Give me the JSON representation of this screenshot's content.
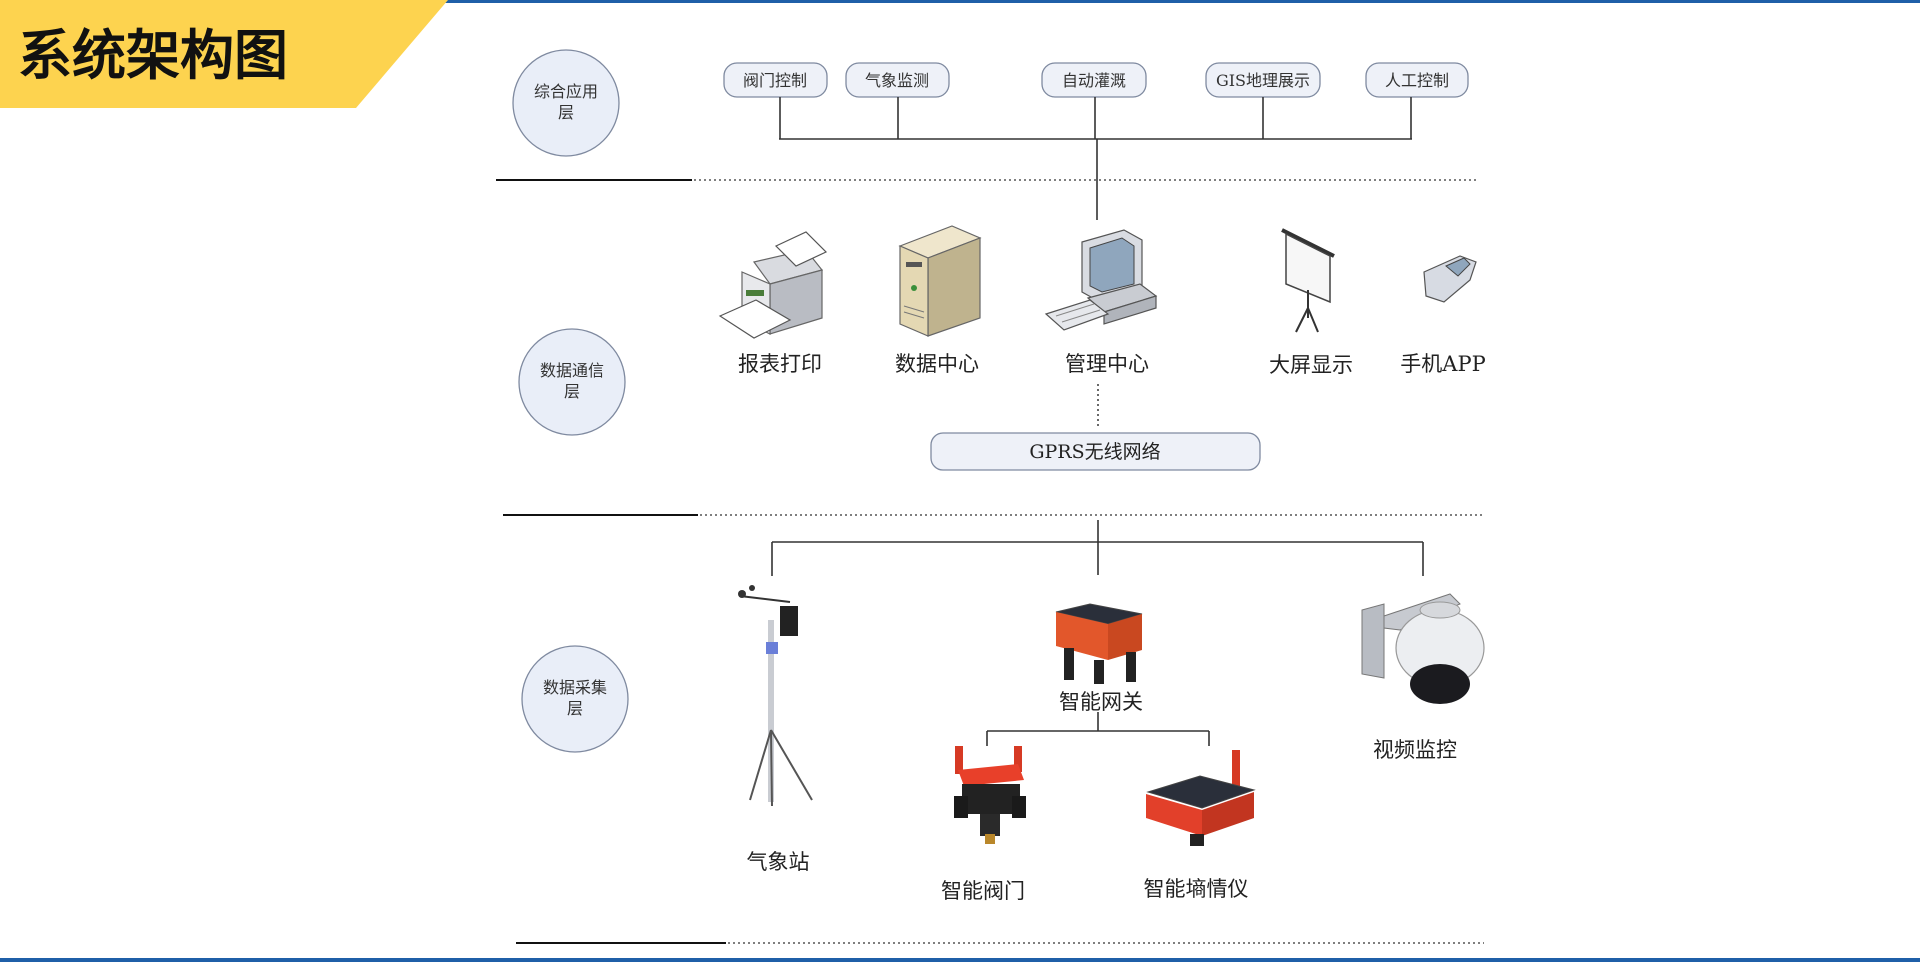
{
  "page": {
    "title": "系统架构图",
    "colors": {
      "title_bar": "#fdd34f",
      "top_rule": "#1f5fa8",
      "bottom_rule": "#1f5fa8"
    }
  },
  "layers": {
    "application": "综合应用层",
    "communication": "数据通信层",
    "collection": "数据采集层"
  },
  "application": {
    "modules": [
      "阀门控制",
      "气象监测",
      "自动灌溉",
      "GIS地理展示",
      "人工控制"
    ]
  },
  "communication": {
    "devices": [
      {
        "label": "报表打印",
        "icon": "printer-icon"
      },
      {
        "label": "数据中心",
        "icon": "server-icon"
      },
      {
        "label": "管理中心",
        "icon": "computer-icon"
      },
      {
        "label": "大屏显示",
        "icon": "projector-screen-icon"
      },
      {
        "label": "手机APP",
        "icon": "mobile-phone-icon"
      }
    ],
    "network": "GPRS无线网络"
  },
  "collection": {
    "weather_station": "气象站",
    "gateway": "智能网关",
    "camera": "视频监控",
    "valve": "智能阀门",
    "soil_sensor": "智能墒情仪"
  }
}
